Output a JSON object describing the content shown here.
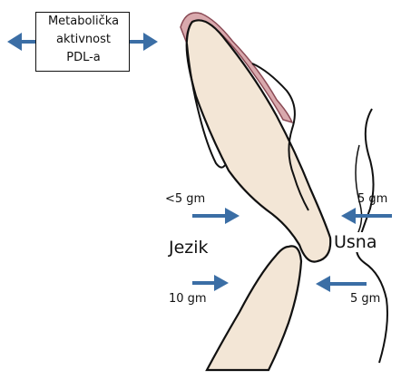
{
  "box": {
    "lines": [
      "Metabolička",
      "aktivnost",
      "PDL-a"
    ]
  },
  "forces": {
    "tongue_upper": "<5 gm",
    "lip_upper": "5 gm",
    "tongue_lower": "10 gm",
    "lip_lower": "5 gm"
  },
  "regions": {
    "tongue": "Jezik",
    "lip": "Usna"
  },
  "colors": {
    "tooth_fill": "#f3e6d6",
    "pdl_stripe": "#c98b93",
    "arrow": "#3b6ea5",
    "outline": "#111111"
  }
}
